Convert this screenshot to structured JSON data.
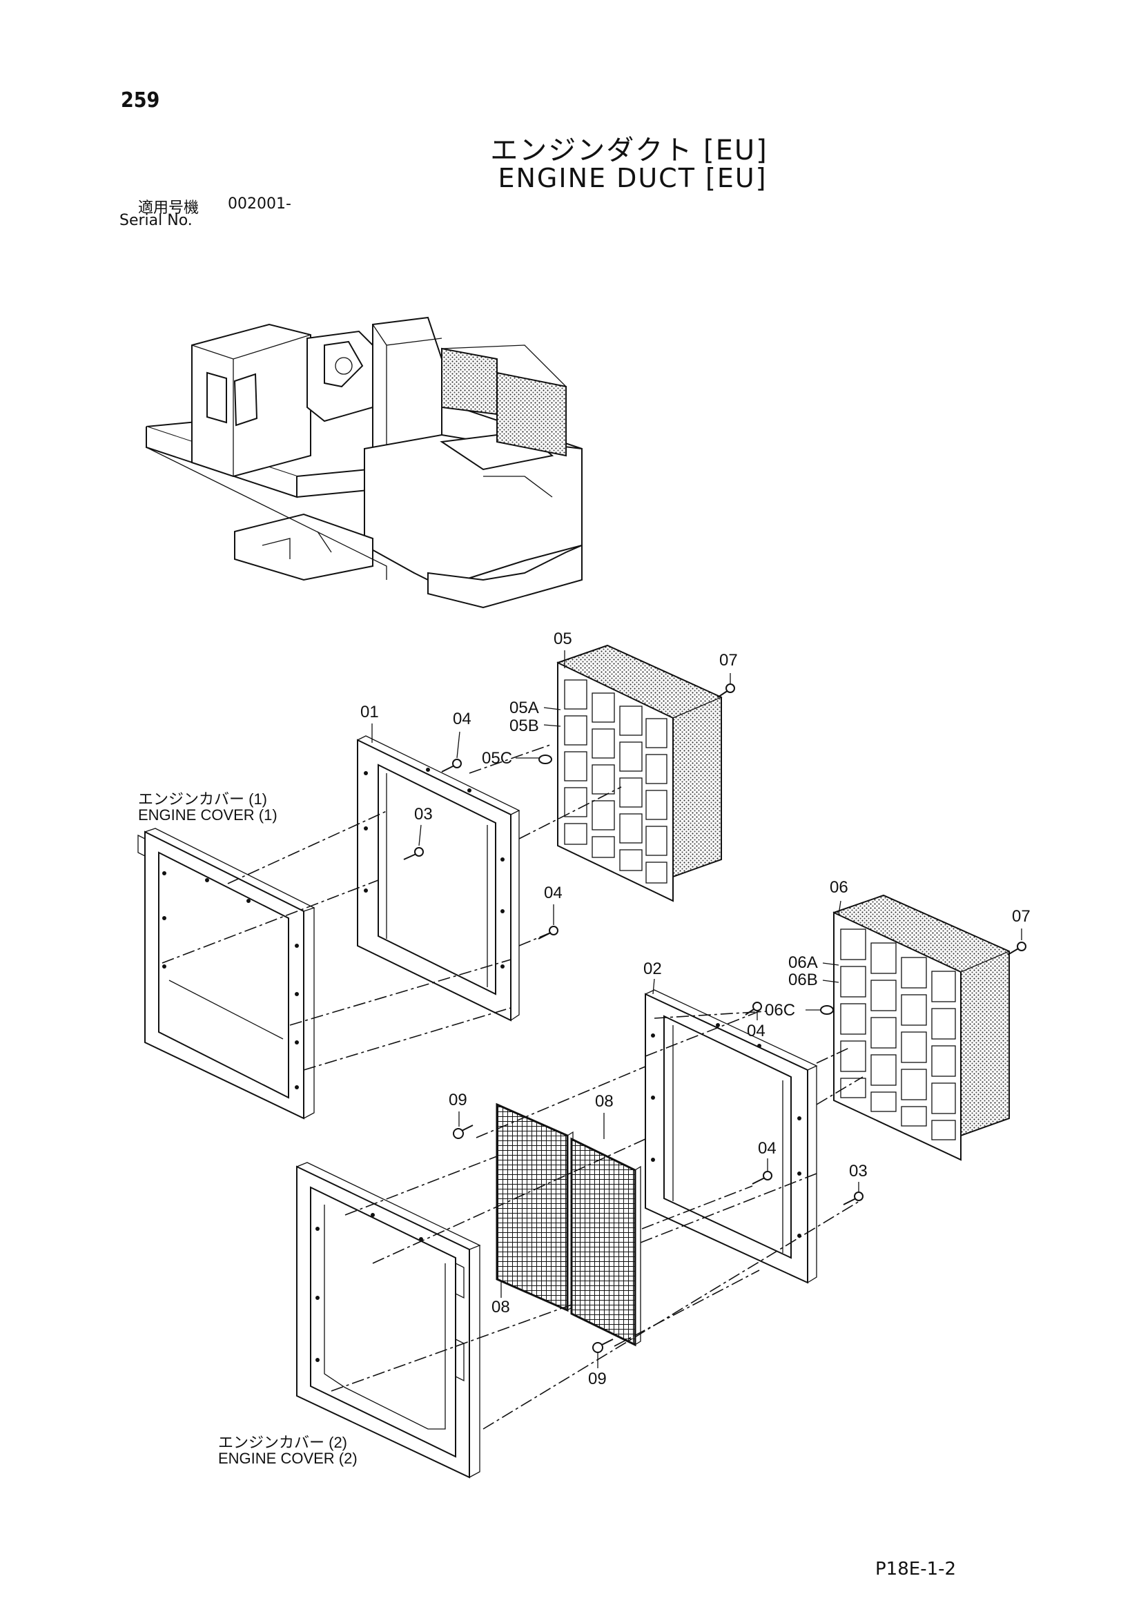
{
  "header": {
    "page_number": "259",
    "title_jp": "エンジンダクト [EU]",
    "title_en": "ENGINE DUCT [EU]",
    "serial_label_jp": "適用号機",
    "serial_value": "002001-",
    "serial_label_en": "Serial No."
  },
  "callouts": {
    "c05": "05",
    "c07a": "07",
    "c05A": "05A",
    "c05B": "05B",
    "c05C": "05C",
    "c01": "01",
    "c04a": "04",
    "c03a": "03",
    "c04b": "04",
    "c06": "06",
    "c07b": "07",
    "c06A": "06A",
    "c06B": "06B",
    "c06C": "06C",
    "c02": "02",
    "c04c": "04",
    "c09a": "09",
    "c08a": "08",
    "c04d": "04",
    "c03b": "03",
    "c08b": "08",
    "c09b": "09"
  },
  "labels": {
    "cover1_jp": "エンジンカバー (1)",
    "cover1_en": "ENGINE COVER (1)",
    "cover2_jp": "エンジンカバー (2)",
    "cover2_en": "ENGINE COVER (2)"
  },
  "footer": {
    "page_code": "P18E-1-2"
  }
}
